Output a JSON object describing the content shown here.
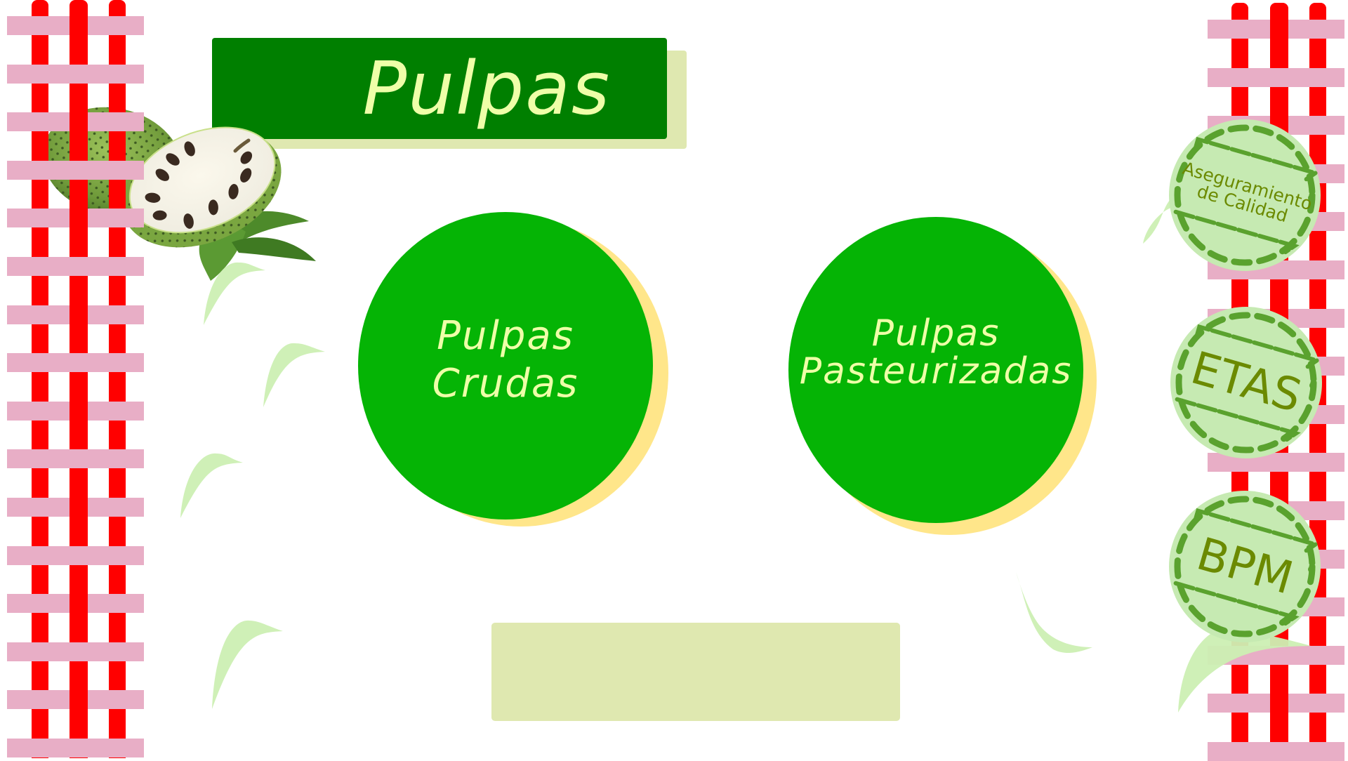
{
  "page": {
    "title": "Pulpas"
  },
  "menu": {
    "items": [
      {
        "label_lines": [
          "Pulpas",
          "Crudas"
        ]
      },
      {
        "label_lines": [
          "Pulpas",
          "Pasteurizadas"
        ]
      }
    ]
  },
  "side_nav": {
    "items": [
      {
        "label_lines": [
          "Aseguramiento",
          "de Calidad"
        ]
      },
      {
        "label": "ETAS"
      },
      {
        "label": "BPM"
      }
    ]
  },
  "footer_box": {
    "text": ""
  },
  "colors": {
    "title_bg": "#007f00",
    "title_text": "#eeffa8",
    "circle_fill": "#05b405",
    "circle_shadow": "#ffe68a",
    "panel_bg": "#dfe8b0",
    "rail_red": "#ff0000",
    "bar_pink": "#e8aec6",
    "leaf_green": "#cdf0b4",
    "sticker_fill": "#c6eab2",
    "sticker_dash": "#5aa22e",
    "sticker_text": "#6b8a00"
  },
  "decorations": {
    "image": "soursop-fruit-image",
    "leaf_icon": "leaf-icon",
    "lattice": "lattice-border"
  }
}
